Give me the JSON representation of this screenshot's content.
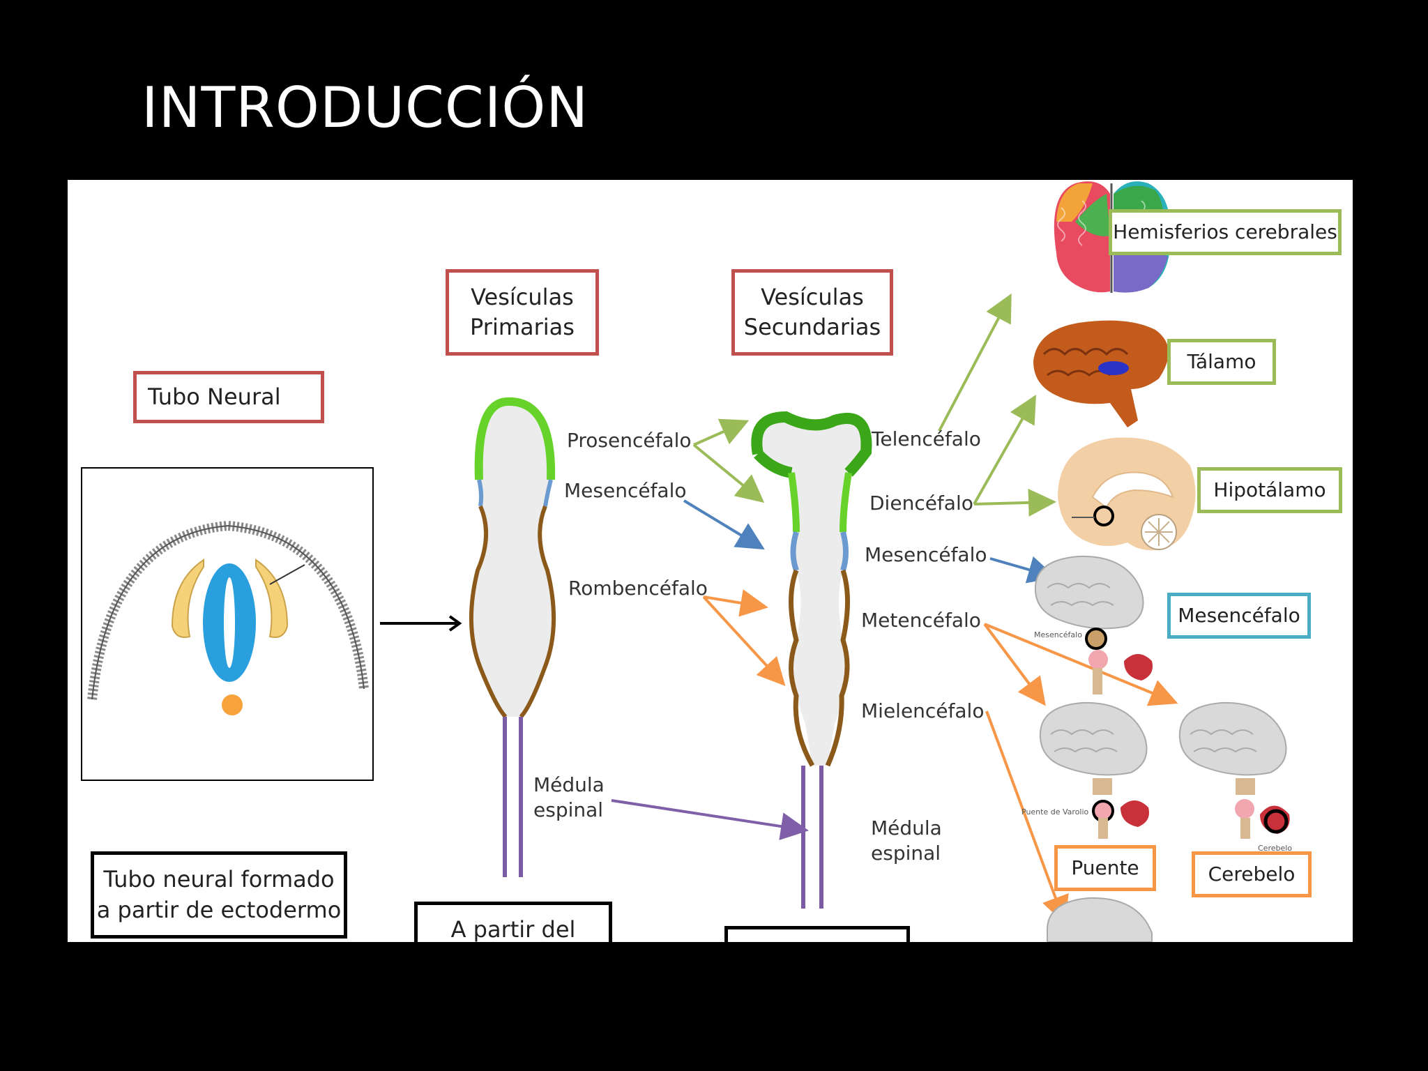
{
  "slide": {
    "title": "INTRODUCCIÓN"
  },
  "headers": {
    "tubo_neural": "Tubo Neural",
    "primarias": [
      "Vesículas",
      "Primarias"
    ],
    "secundarias": [
      "Vesículas",
      "Secundarias"
    ]
  },
  "primary_labels": {
    "prosencefalo": "Prosencéfalo",
    "mesencefalo": "Mesencéfalo",
    "rombencefalo": "Rombencéfalo",
    "medula": [
      "Médula",
      "espinal"
    ]
  },
  "secondary_labels": {
    "telencefalo": "Telencéfalo",
    "diencefalo": "Diencéfalo",
    "mesencefalo": "Mesencéfalo",
    "metencefalo": "Metencéfalo",
    "mielencefalo": "Mielencéfalo",
    "medula": [
      "Médula",
      "espinal"
    ]
  },
  "structures": {
    "hemisferios": "Hemisferios cerebrales",
    "talamo": "Tálamo",
    "hipotalamo": "Hipotálamo",
    "mesencefalo": "Mesencéfalo",
    "puente": "Puente",
    "cerebelo": "Cerebelo"
  },
  "small_labels": {
    "mesencefalo": "Mesencéfalo",
    "puente_varolio": "Puente de Varolio",
    "cerebelo": "Cerebelo"
  },
  "captions": {
    "tubo_formado": [
      "Tubo neural formado",
      "a partir de ectodermo"
    ],
    "a_partir": "A partir del"
  },
  "colors": {
    "prosencefalo": "#66d22a",
    "mesencefalo": "#6a9ad0",
    "rombencefalo": "#8b5a1a",
    "medula": "#7b5aa6",
    "arrow_green": "#9bbb59",
    "arrow_blue": "#4f81bd",
    "arrow_orange": "#f79646",
    "arrow_purple": "#7f5fa8"
  },
  "icons": [
    "neural-tube-cross-section",
    "colored-hemispheres-icon",
    "sagittal-brain-icon",
    "brain-grey-icon"
  ]
}
